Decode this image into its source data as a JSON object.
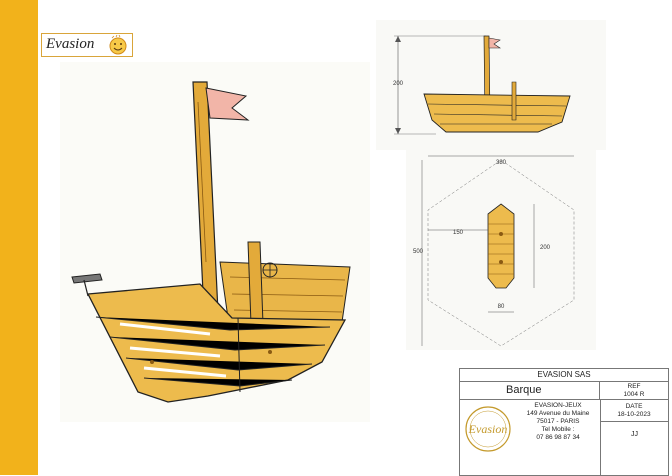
{
  "brand": {
    "logo_text": "Evasion",
    "accent": "#f2b21b"
  },
  "dimensions": {
    "side_height": "200",
    "top_width": "380",
    "overall_length": "500",
    "inner_offset": "150",
    "hull_length": "200",
    "hull_width": "80"
  },
  "title_block": {
    "company": "EVASION SAS",
    "product_name": "Barque",
    "ref_label": "REF",
    "ref_value": "1004 R",
    "date_label": "DATE",
    "date_value": "18-10-2023",
    "author": "JJ",
    "seal_text": "Evasion",
    "address_lines": [
      "EVASION-JEUX",
      "149 Avenue du Maine",
      "75017 - PARIS",
      "Tel Mobile :",
      "07 86 98 87 34"
    ]
  }
}
